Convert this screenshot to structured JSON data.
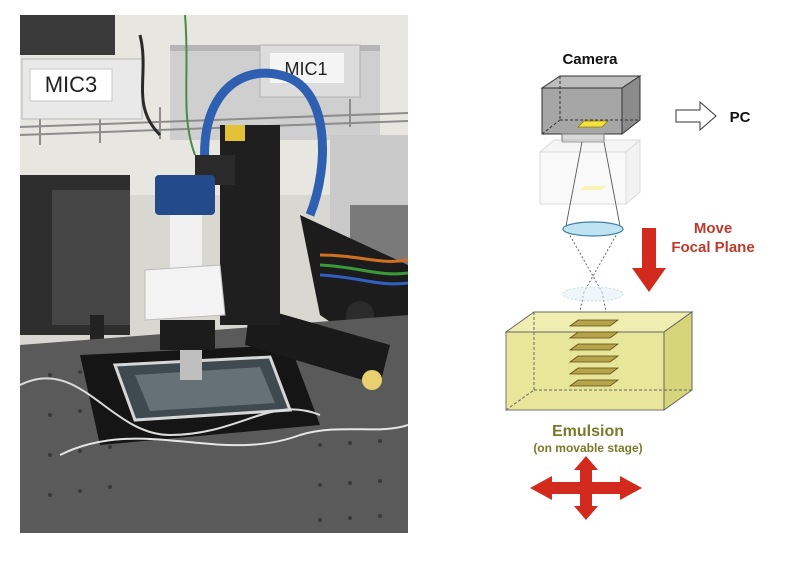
{
  "photo": {
    "rack_labels": [
      "MIC3",
      "MIC1"
    ]
  },
  "diagram": {
    "camera_label": "Camera",
    "pc_label": "PC",
    "move_label_line1": "Move",
    "move_label_line2": "Focal Plane",
    "emulsion_label": "Emulsion",
    "emulsion_sublabel": "(on movable stage)",
    "colors": {
      "arrow_red": "#d32a1e",
      "move_text": "#c0392b",
      "emulsion_fill": "#e6e48f",
      "emulsion_text": "#7a7a2a",
      "sensor_yellow": "#f2e23a",
      "lens_blue": "#bfe3f3",
      "camera_gray": "#9a9a9a"
    }
  }
}
